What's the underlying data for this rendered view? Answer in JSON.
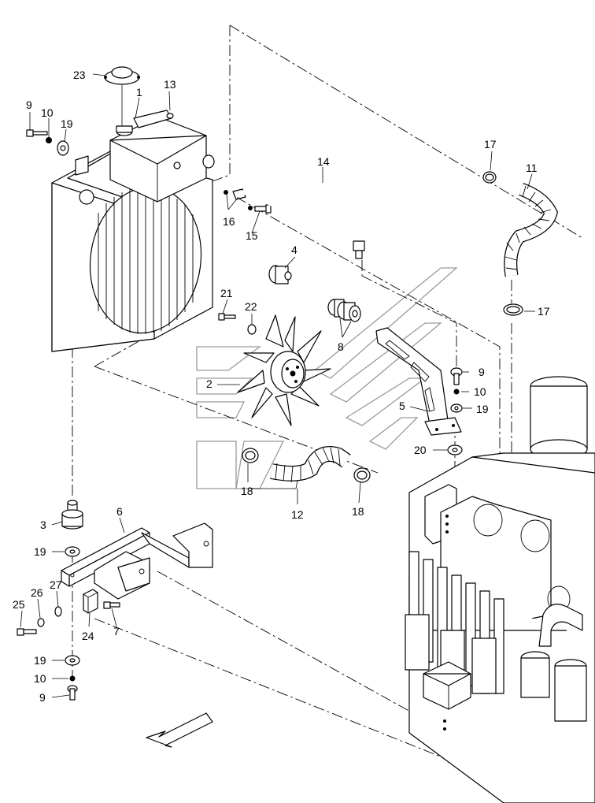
{
  "callouts": {
    "c23": "23",
    "c13": "13",
    "c1": "1",
    "c9a": "9",
    "c10a": "10",
    "c19a": "19",
    "c14": "14",
    "c17a": "17",
    "c11": "11",
    "c16": "16",
    "c15": "15",
    "c4": "4",
    "c17b": "17",
    "c21": "21",
    "c22": "22",
    "c8": "8",
    "c9b": "9",
    "c10b": "10",
    "c2": "2",
    "c5": "5",
    "c19b": "19",
    "c20": "20",
    "c18a": "18",
    "c12": "12",
    "c18b": "18",
    "c3": "3",
    "c6": "6",
    "c19c": "19",
    "c27": "27",
    "c26": "26",
    "c25": "25",
    "c24": "24",
    "c7": "7",
    "c19d": "19",
    "c10c": "10",
    "c9c": "9"
  }
}
